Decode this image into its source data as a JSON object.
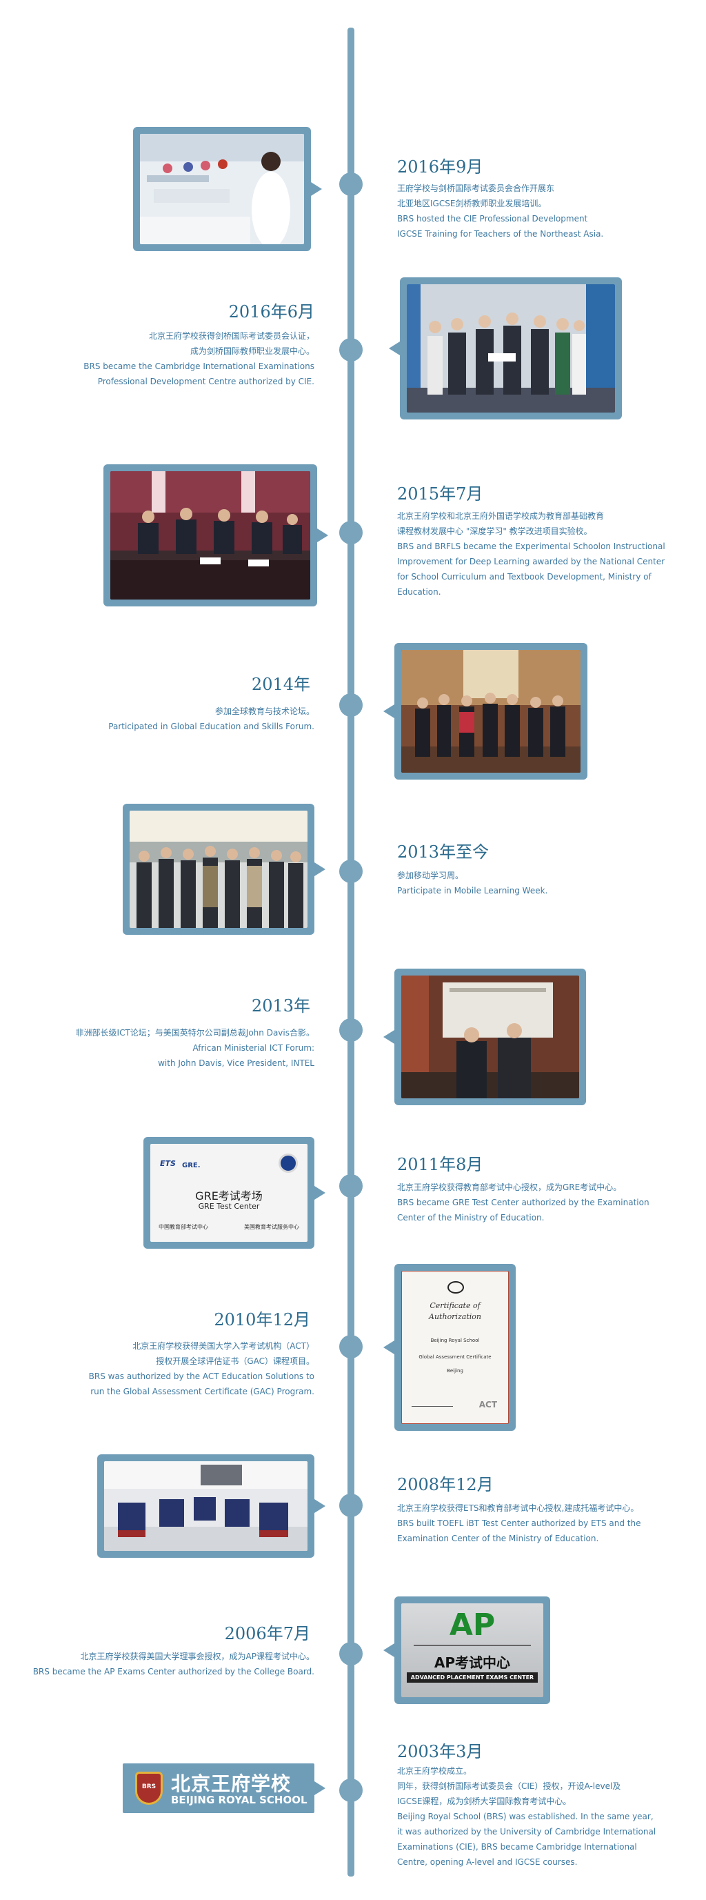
{
  "events": [
    {
      "date": "2016年9月",
      "lines": [
        "王府学校与剑桥国际考试委员会合作开展东",
        "北亚地区IGCSE剑桥教师职业发展培训。",
        "BRS hosted the CIE Professional Development",
        "IGCSE Training for Teachers of the Northeast Asia."
      ]
    },
    {
      "date": "2016年6月",
      "lines": [
        "北京王府学校获得剑桥国际考试委员会认证，",
        "成为剑桥国际教师职业发展中心。",
        "BRS became the Cambridge International Examinations",
        "Professional Development Centre authorized by CIE."
      ]
    },
    {
      "date": "2015年7月",
      "lines": [
        "北京王府学校和北京王府外国语学校成为教育部基础教育",
        "课程教材发展中心 \"深度学习\" 教学改进项目实验校。",
        "BRS and BRFLS became the Experimental Schoolon Instructional",
        "Improvement for Deep Learning awarded by the National Center",
        "for School Curriculum and Textbook Development, Ministry of",
        "Education."
      ]
    },
    {
      "date": "2014年",
      "lines": [
        "参加全球教育与技术论坛。",
        "Participated in Global Education and Skills Forum."
      ]
    },
    {
      "date": "2013年至今",
      "lines": [
        "参加移动学习周。",
        "Participate in Mobile Learning Week."
      ]
    },
    {
      "date": "2013年",
      "lines": [
        "非洲部长级ICT论坛；与美国英特尔公司副总裁John Davis合影。",
        "African Ministerial ICT Forum:",
        "with John Davis, Vice President, INTEL"
      ]
    },
    {
      "date": "2011年8月",
      "lines": [
        "北京王府学校获得教育部考试中心授权，成为GRE考试中心。",
        "BRS became GRE Test Center authorized by the Examination",
        "Center of the Ministry of Education."
      ]
    },
    {
      "date": "2010年12月",
      "lines": [
        "北京王府学校获得美国大学入学考试机构（ACT）",
        "授权开展全球评估证书（GAC）课程项目。",
        "BRS was authorized by the ACT Education Solutions to",
        "run the Global Assessment Certificate (GAC) Program."
      ]
    },
    {
      "date": "2008年12月",
      "lines": [
        "北京王府学校获得ETS和教育部考试中心授权,建成托福考试中心。",
        "BRS built TOEFL iBT Test Center authorized by ETS and the",
        "Examination Center of the Ministry of Education."
      ]
    },
    {
      "date": "2006年7月",
      "lines": [
        "北京王府学校获得美国大学理事会授权，成为AP课程考试中心。",
        "BRS became the AP Exams Center authorized by the College Board."
      ]
    },
    {
      "date": "2003年3月",
      "lines": [
        "北京王府学校成立。",
        "同年，获得剑桥国际考试委员会（CIE）授权，开设A-level及",
        "IGCSE课程，成为剑桥大学国际教育考试中心。",
        "Beijing Royal School (BRS) was established. In the same year,",
        "it was authorized by the University of Cambridge International",
        "Examinations (CIE), BRS became Cambridge International",
        "Centre, opening A-level and IGCSE courses."
      ]
    }
  ],
  "gre_card": {
    "brand_ets": "ETS",
    "brand_gre": "GRE.",
    "title": "GRE考试考场",
    "subtitle": "GRE Test Center",
    "footer_left": "中国教育部考试中心",
    "footer_right": "美国教育考试服务中心"
  },
  "ap_card": {
    "big": "AP",
    "title": "AP考试中心",
    "subtitle": "ADVANCED PLACEMENT EXAMS CENTER"
  },
  "cert_card": {
    "title": "Certificate of Authorization",
    "org": "Beijing Royal School",
    "program": "Global Assessment Certificate",
    "city": "Beijing",
    "logo": "ACT"
  },
  "logo_card": {
    "cn": "北京王府学校",
    "en": "BEIJING ROYAL SCHOOL",
    "badge": "BRS"
  },
  "colors": {
    "timeline": "#79a4bc",
    "frame": "#6f9db8",
    "date": "#2c6b8e",
    "text": "#3f7aa2"
  }
}
